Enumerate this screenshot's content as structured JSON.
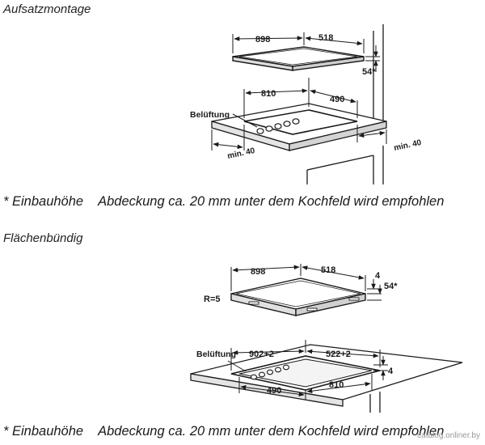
{
  "section_top": {
    "heading": "Aufsatzmontage",
    "dims": {
      "width_top": "898",
      "depth_top": "518",
      "height_star": "54*",
      "cutout_width": "810",
      "cutout_depth": "490",
      "min_left": "min. 40",
      "min_right": "min. 40"
    },
    "ventilation_label": "Belüftung",
    "note_prefix": "* Einbauhöhe",
    "note_text": "Abdeckung ca. 20 mm unter dem Kochfeld wird empfohlen"
  },
  "section_bottom": {
    "heading": "Flächenbündig",
    "dims": {
      "width_top": "898",
      "depth_top": "518",
      "thickness": "4",
      "height_star": "54*",
      "radius": "R=5",
      "cutout_width": "902+2",
      "cutout_depth": "522+2",
      "inner_width": "810",
      "inner_depth": "490",
      "rebate": "4"
    },
    "ventilation_label": "Belüftung",
    "note_prefix": "* Einbauhöhe",
    "note_text": "Abdeckung ca. 20 mm unter dem Kochfeld wird empfohlen"
  },
  "watermark": "catalog.onliner.by"
}
